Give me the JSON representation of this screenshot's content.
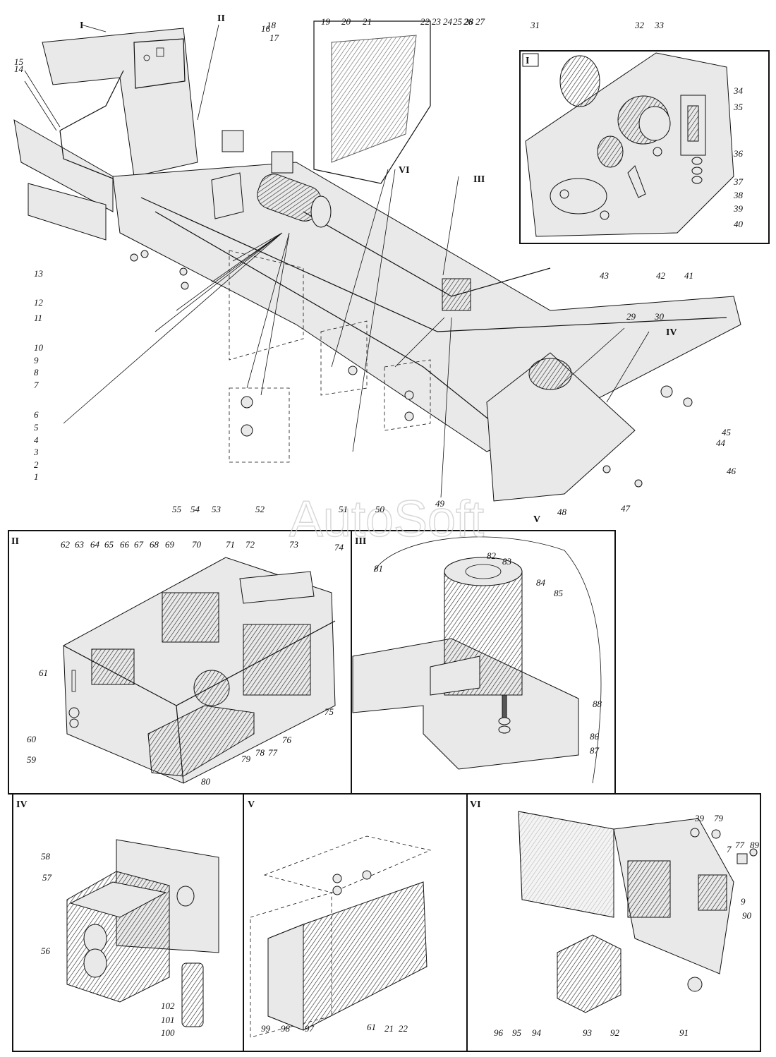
{
  "watermark": "AutoSoft",
  "panels": {
    "I": "I",
    "II": "II",
    "III": "III",
    "IV": "IV",
    "V": "V",
    "VI": "VI"
  },
  "callouts_main": [
    "1",
    "2",
    "3",
    "4",
    "5",
    "6",
    "7",
    "8",
    "9",
    "10",
    "11",
    "12",
    "13",
    "14",
    "15",
    "16",
    "17",
    "18",
    "19",
    "20",
    "21",
    "22",
    "23",
    "24",
    "25",
    "26",
    "27",
    "28",
    "29",
    "30",
    "44",
    "45",
    "46",
    "47",
    "48",
    "49",
    "50",
    "51",
    "52",
    "53",
    "54",
    "55"
  ],
  "callouts_I": [
    "31",
    "32",
    "33",
    "34",
    "35",
    "36",
    "37",
    "38",
    "39",
    "40",
    "41",
    "42",
    "43"
  ],
  "callouts_II": [
    "59",
    "60",
    "61",
    "62",
    "63",
    "64",
    "65",
    "66",
    "67",
    "68",
    "69",
    "70",
    "71",
    "72",
    "73",
    "74",
    "75",
    "76",
    "77",
    "78",
    "79",
    "80"
  ],
  "callouts_III": [
    "81",
    "82",
    "83",
    "84",
    "85",
    "86",
    "87",
    "88"
  ],
  "callouts_IV": [
    "56",
    "57",
    "58",
    "100",
    "101",
    "102"
  ],
  "callouts_V": [
    "61",
    "21",
    "22",
    "97",
    "98",
    "99"
  ],
  "callouts_VI": [
    "7",
    "9",
    "39",
    "77",
    "79",
    "89",
    "90",
    "91",
    "92",
    "93",
    "94",
    "95",
    "96"
  ]
}
